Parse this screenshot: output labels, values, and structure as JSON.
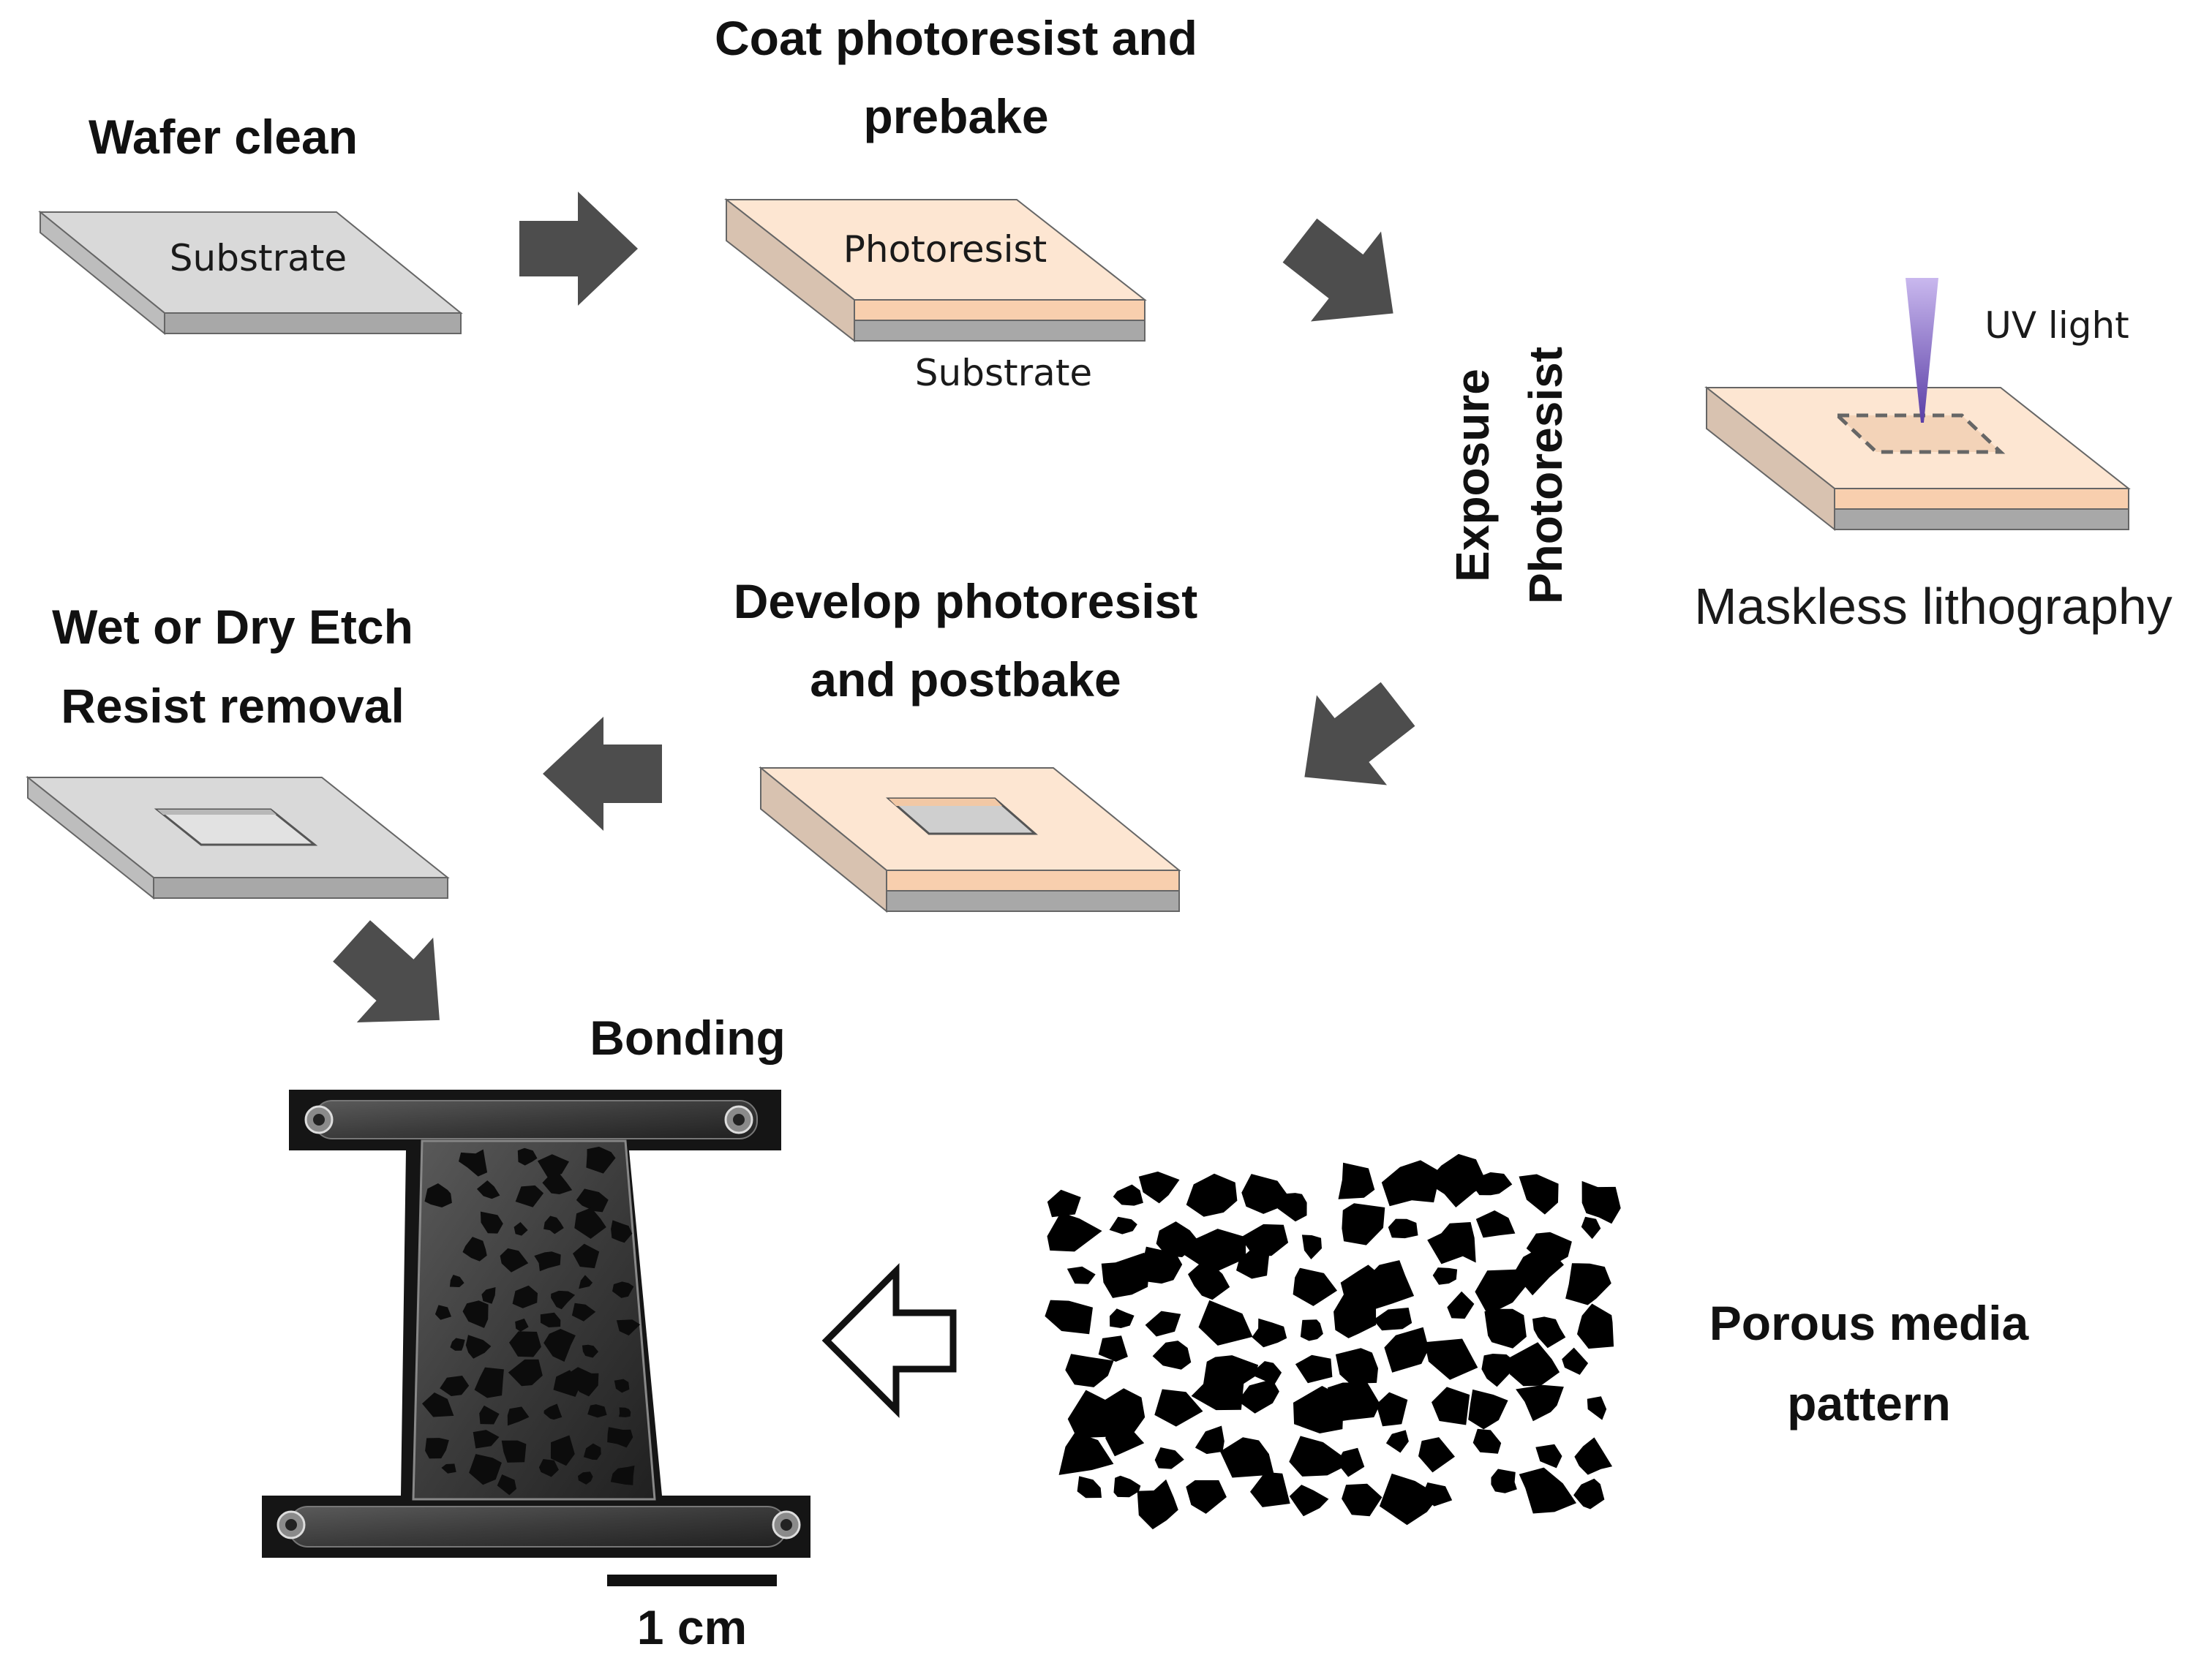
{
  "steps": {
    "wafer_clean": {
      "title": "Wafer clean",
      "substrate_label": "Substrate"
    },
    "coat": {
      "title_line1": "Coat photoresist and",
      "title_line2": "prebake",
      "photoresist_label": "Photoresist",
      "substrate_label": "Substrate"
    },
    "exposure": {
      "line1": "Exposure",
      "line2": "Photoresist"
    },
    "maskless": {
      "title": "Maskless lithography",
      "uv_label": "UV light"
    },
    "develop": {
      "title_line1": "Develop photoresist",
      "title_line2": "and postbake"
    },
    "etch": {
      "title_line1": "Wet or Dry Etch",
      "title_line2": "Resist removal"
    },
    "bonding": {
      "title": "Bonding"
    },
    "porous": {
      "title_line1": "Porous media",
      "title_line2": "pattern"
    },
    "scale_bar": {
      "label": "1 cm"
    }
  },
  "colors": {
    "substrate_top": "#d9d9d9",
    "substrate_side": "#a8a8a8",
    "resist_top": "#fde6d2",
    "resist_side": "#f8cfae",
    "arrow": "#4d4d4d",
    "uv_beam": "#6a4fb0",
    "device": "#2a2a2a",
    "pattern": "#000000"
  }
}
